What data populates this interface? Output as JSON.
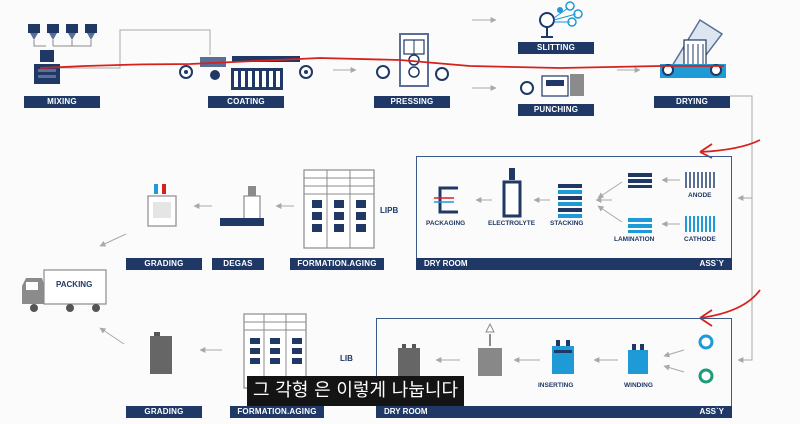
{
  "top_row": {
    "mixing": "MIXING",
    "coating": "COATING",
    "pressing": "PRESSING",
    "slitting": "SLITTING",
    "punching": "PUNCHING",
    "drying": "DRYING"
  },
  "middle_row": {
    "grading": "GRADING",
    "degas": "DEGAS",
    "formation_aging": "FORMATION.AGING",
    "lipb": "LIPB",
    "dry_room": "DRY ROOM",
    "assy": "ASS`Y",
    "packaging": "PACKAGING",
    "electrolyte": "ELECTROLYTE",
    "stacking": "STACKING",
    "lamination": "LAMINATION",
    "anode": "ANODE",
    "cathode": "CATHODE"
  },
  "packing": "PACKING",
  "bottom_row": {
    "grading": "GRADING",
    "formation_aging": "FORMATION.AGING",
    "lib": "LIB",
    "dry_room": "DRY ROOM",
    "assy": "ASS`Y",
    "inserting": "INSERTING",
    "winding": "WINDING"
  },
  "subtitle": "그 각형 은 이렇게 나눕니다",
  "colors": {
    "navy": "#1f3866",
    "accent_blue": "#1e9ad6",
    "annotation_red": "#d6211c",
    "flow_gray": "#a8a8a8"
  }
}
